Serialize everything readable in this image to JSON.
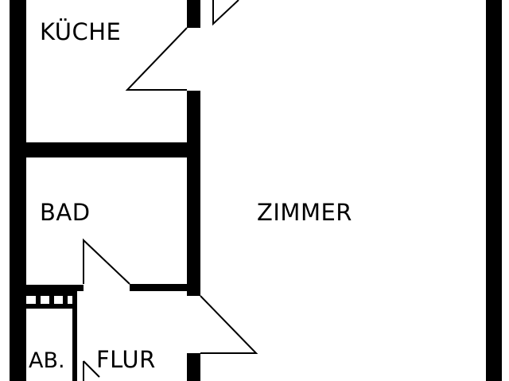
{
  "rooms": {
    "kitchen": "KÜCHE",
    "bath": "BAD",
    "living": "ZIMMER",
    "storage": "AB.",
    "hallway": "FLUR"
  },
  "colors": {
    "wall": "#000000",
    "background": "#ffffff"
  }
}
